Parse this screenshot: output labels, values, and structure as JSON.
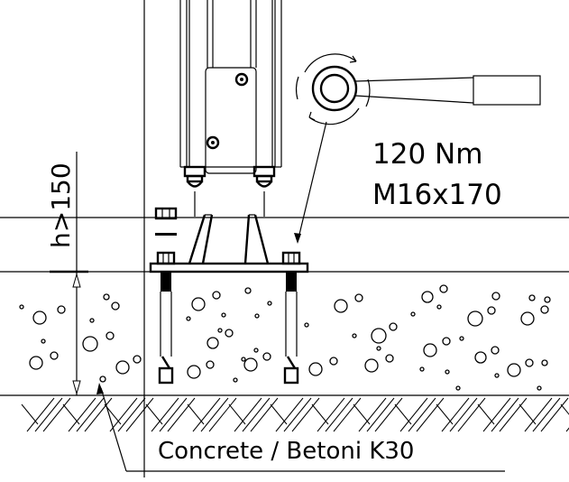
{
  "labels": {
    "torque": "120 Nm",
    "bolt_size": "M16x170",
    "height_min": "h>150",
    "material": "Concrete / Betoni K30"
  }
}
